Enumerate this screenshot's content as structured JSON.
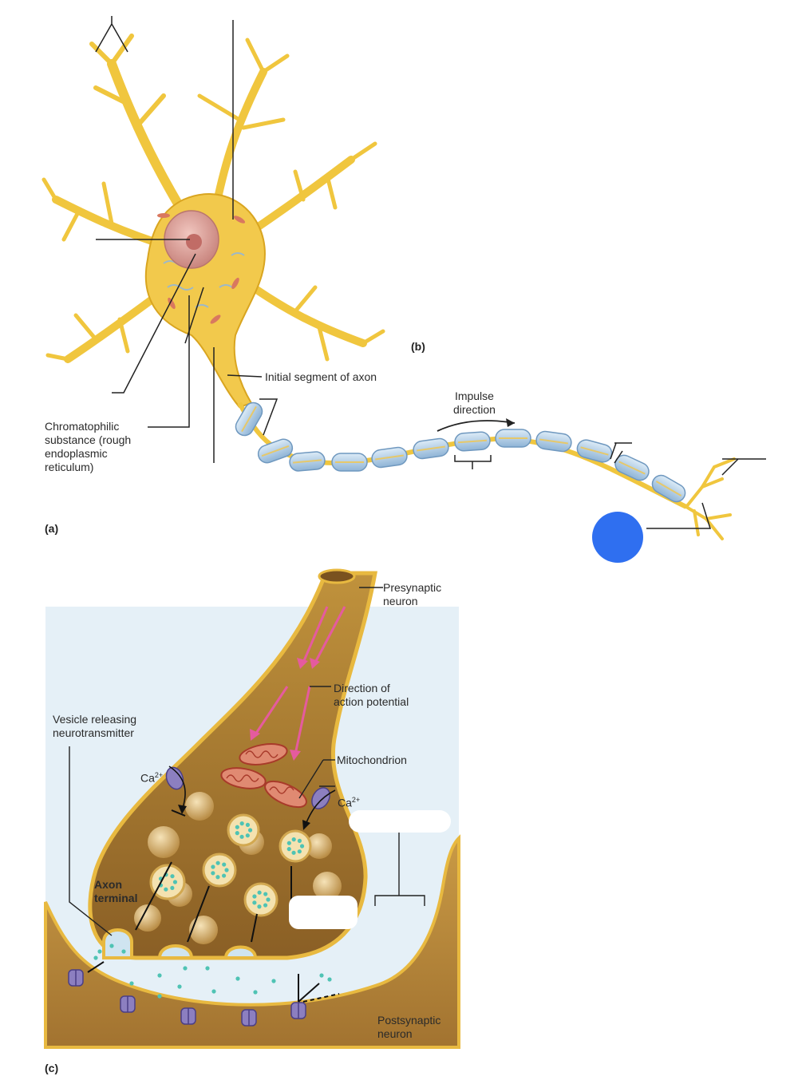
{
  "figure_a": {
    "caption": "(a)",
    "labels": {
      "chromatophilic": "Chromatophilic\nsubstance (rough\nendoplasmic\nreticulum)",
      "initial_segment": "Initial segment of axon",
      "impulse_direction": "Impulse\ndirection"
    }
  },
  "figure_b": {
    "caption": "(b)"
  },
  "figure_c": {
    "caption": "(c)",
    "labels": {
      "presynaptic": "Presynaptic\nneuron",
      "direction_ap": "Direction of\naction potential",
      "vesicle": "Vesicle releasing\nneurotransmitter",
      "mitochondrion": "Mitochondrion",
      "axon_terminal": "Axon\nterminal",
      "postsynaptic": "Postsynaptic\nneuron",
      "ca_ion": "Ca",
      "ca_charge": "2+"
    }
  },
  "colors": {
    "neuron_body": "#f2c94c",
    "neuron_edge": "#d9a520",
    "nucleus": "#e3a7a0",
    "myelin": "#b7d3ea",
    "synaptic_cleft": "#cfe4f0",
    "terminal_fill": "#a4762f",
    "vesicle": "#e2c58c",
    "mito": "#c8503c",
    "marker": "#2f6ff0"
  }
}
